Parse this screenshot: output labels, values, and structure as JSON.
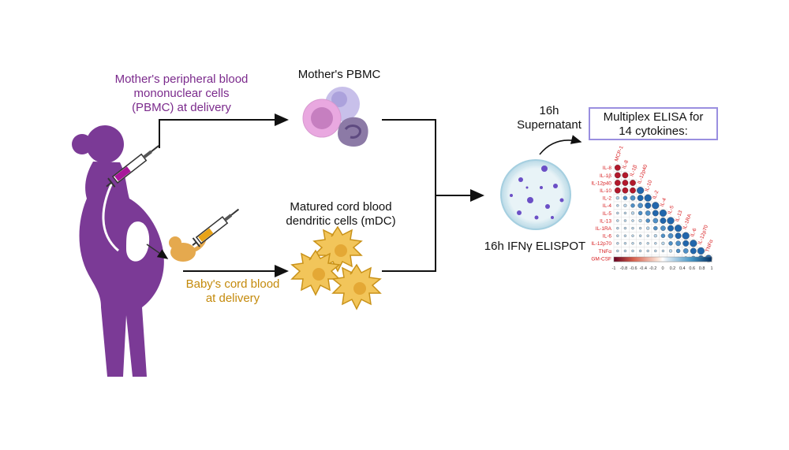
{
  "labels": {
    "mother_pbmc_source": [
      "Mother's peripheral blood",
      "mononuclear cells",
      "(PBMC) at delivery"
    ],
    "mother_pbmc": "Mother's PBMC",
    "cord_blood": [
      "Baby's cord blood",
      "at delivery"
    ],
    "mdc": [
      "Matured cord blood",
      "dendritic cells (mDC)"
    ],
    "supernatant": [
      "16h",
      "Supernatant"
    ],
    "elispot": "16h IFNγ ELISPOT",
    "elisa": [
      "Multiplex ELISA for",
      "14  cytokines:"
    ]
  },
  "colors": {
    "mother": "#7b3a96",
    "accent_purple": "#7b2a8c",
    "accent_gold": "#c48a0c",
    "heatmap_low": "#b2182b",
    "heatmap_high": "#2166ac"
  },
  "heatmap": {
    "row_labels": [
      "IL-8",
      "IL-1β",
      "IL-12p40",
      "IL-10",
      "IL-2",
      "IL-4",
      "IL-5",
      "IL-13",
      "IL-1RA",
      "IL-6",
      "IL-12p70",
      "TNFα",
      "GM-CSF"
    ],
    "col_labels": [
      "MCP-1",
      "IL-8",
      "IL-1β",
      "IL-12p40",
      "IL-10",
      "IL-2",
      "IL-4",
      "IL-5",
      "IL-13",
      "IL-1RA",
      "IL-6",
      "IL-12p70",
      "TNFα"
    ],
    "scale_ticks": [
      "-1",
      "-0.8",
      "-0.6",
      "-0.4",
      "-0.2",
      "0",
      "0.2",
      "0.4",
      "0.6",
      "0.8",
      "1"
    ]
  }
}
